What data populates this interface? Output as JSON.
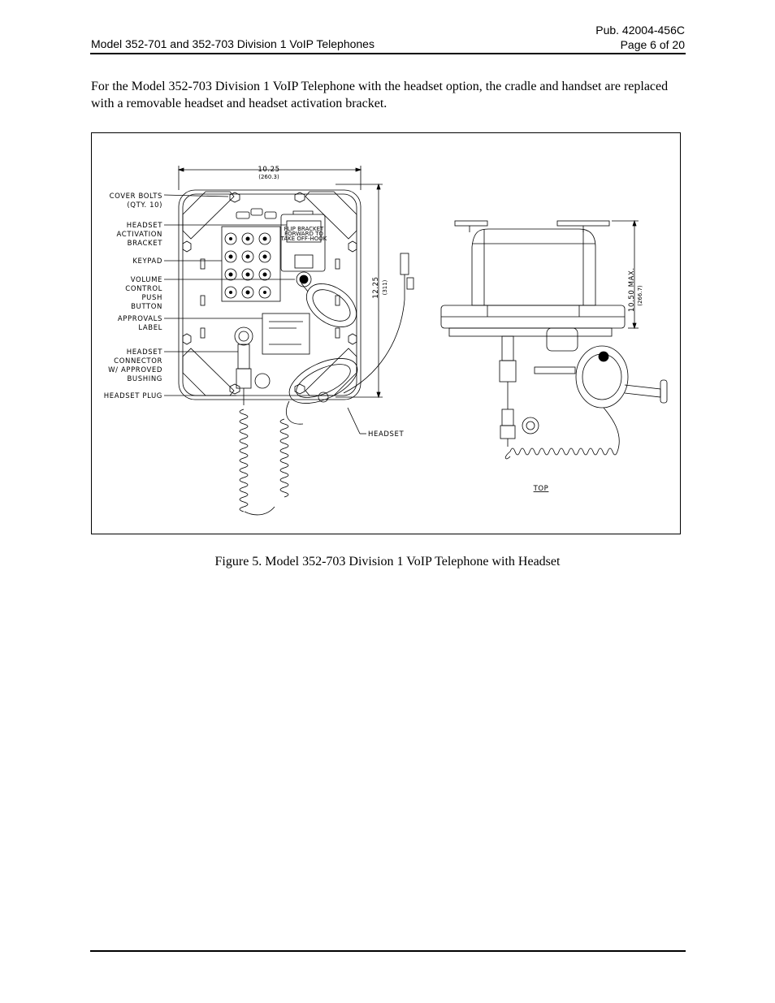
{
  "header": {
    "pub": "Pub. 42004-456C",
    "title": "Model 352-701 and 352-703 Division 1 VoIP Telephones",
    "page": "Page 6 of 20"
  },
  "intro_text": "For the Model 352-703 Division 1 VoIP Telephone with the headset option, the cradle and handset are replaced with a removable headset and headset activation bracket.",
  "figure": {
    "caption": "Figure 5.  Model 352-703 Division 1 VoIP Telephone with Headset",
    "labels": {
      "cover_bolts_1": "COVER BOLTS",
      "cover_bolts_2": "(QTY. 10)",
      "hab_1": "HEADSET",
      "hab_2": "ACTIVATION",
      "hab_3": "BRACKET",
      "keypad": "KEYPAD",
      "vol_1": "VOLUME",
      "vol_2": "CONTROL",
      "vol_3": "PUSH",
      "vol_4": "BUTTON",
      "appr_1": "APPROVALS",
      "appr_2": "LABEL",
      "conn_1": "HEADSET",
      "conn_2": "CONNECTOR",
      "conn_3": "W/ APPROVED",
      "conn_4": "BUSHING",
      "plug": "HEADSET PLUG",
      "headset": "HEADSET",
      "top": "TOP",
      "width_dim": "10.25",
      "width_dim_mm": "(260.3)",
      "height_dim": "12.25",
      "height_dim_mm": "(311)",
      "depth_dim": "10.50 MAX.",
      "depth_dim_mm": "(266.7)",
      "bracket_text_1": "FLIP BRACKET",
      "bracket_text_2": "FORWARD TO",
      "bracket_text_3": "TAKE OFF-HOOK"
    }
  }
}
